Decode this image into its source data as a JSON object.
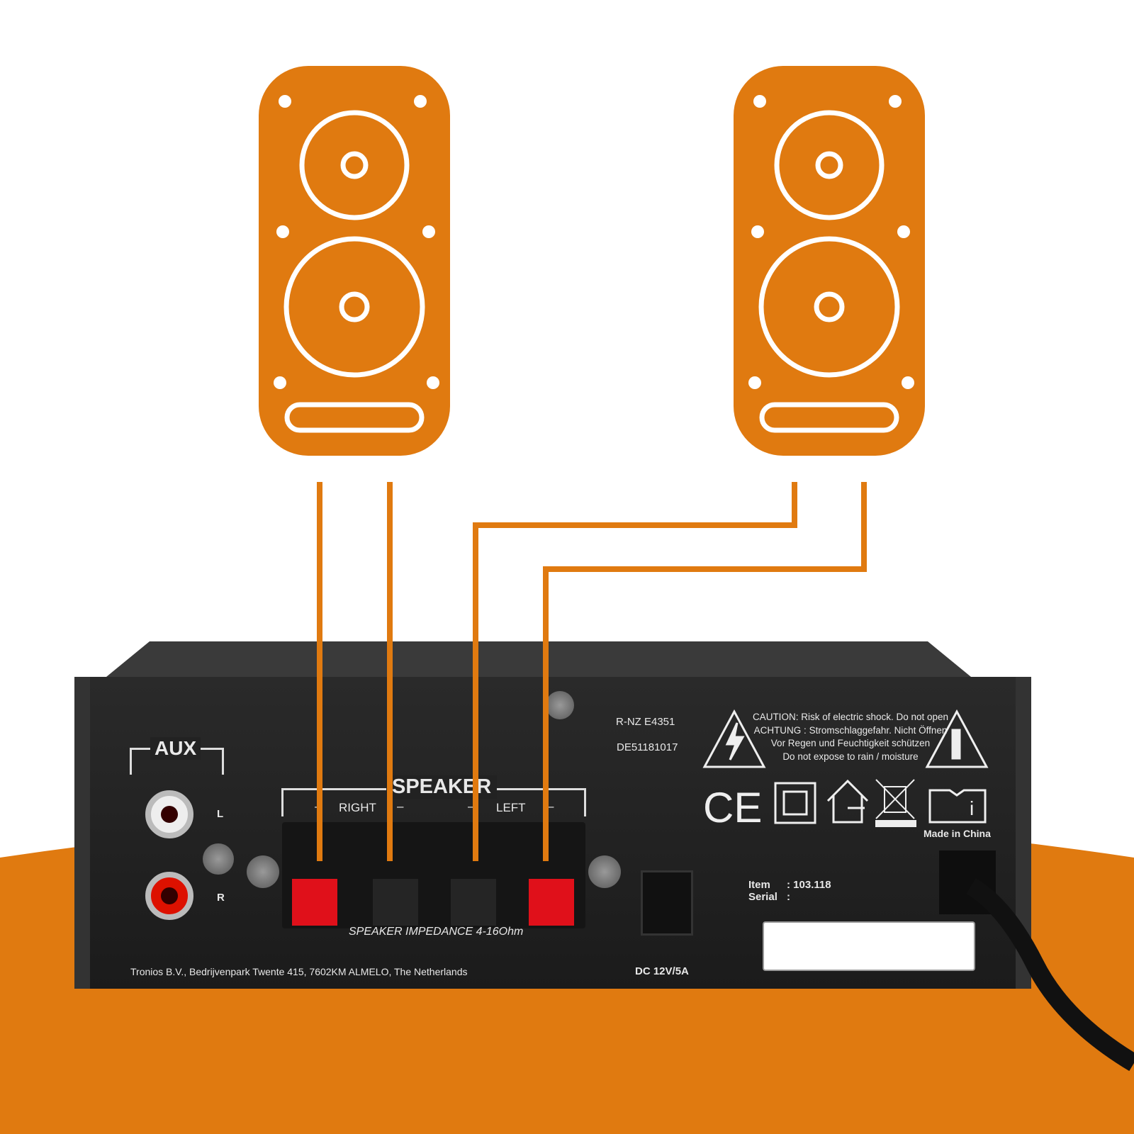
{
  "colors": {
    "accent": "#E07A10",
    "amp": "#1c1c1c"
  },
  "speakers": [
    {
      "name": "speaker-right"
    },
    {
      "name": "speaker-left"
    }
  ],
  "amp": {
    "aux_label": "AUX",
    "aux_l": "L",
    "aux_r": "R",
    "speaker_label": "SPEAKER",
    "right_label": "RIGHT",
    "left_label": "LEFT",
    "minus": "–",
    "impedance": "SPEAKER IMPEDANCE 4-16Ohm",
    "address": "Tronios B.V., Bedrijvenpark Twente 415, 7602KM ALMELO, The Netherlands",
    "rnz": "R-NZ E4351",
    "de": "DE51181017",
    "caution": [
      "CAUTION: Risk of electric shock. Do not open",
      "ACHTUNG : Stromschlaggefahr. Nicht Öffnen",
      "Vor Regen und Feuchtigkeit schützen",
      "Do not expose to rain / moisture"
    ],
    "ce": "CE",
    "made_in": "Made in China",
    "item_label": "Item",
    "item_value": ": 103.118",
    "serial_label": "Serial",
    "serial_value": ":",
    "dc": "DC 12V/5A"
  }
}
